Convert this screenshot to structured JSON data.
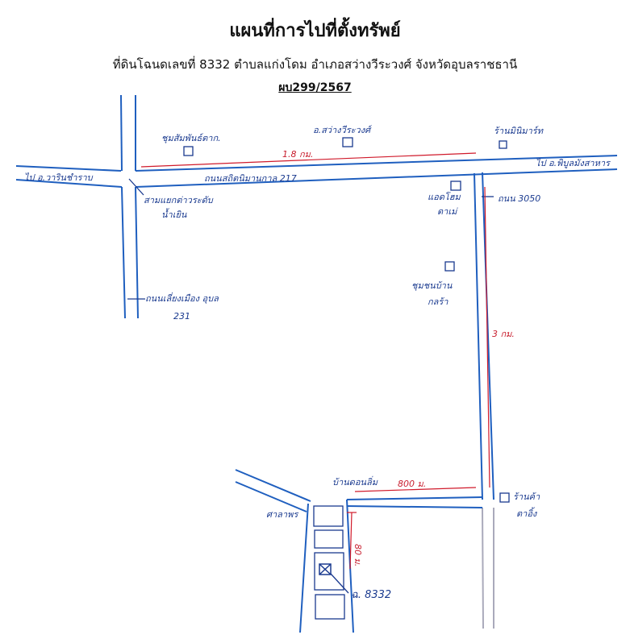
{
  "header": {
    "title": "แผนที่การไปที่ตั้งทรัพย์",
    "subtitle": "ที่ดินโฉนดเลขที่ 8332 ตำบลแก่งโดม อำเภอสว่างวีระวงศ์ จังหวัดอุบลราชธานี",
    "code": "ผบ299/2567"
  },
  "labels": {
    "to_warin": "ไป อ.วารินชำราบ",
    "to_phibun": "ไป อ.พิบูลมังสาหาร",
    "highway_217": "ถนนสถิตนิมานกาล 217",
    "village_hall": "ชุมสัมพันธ์ตาก.",
    "district_office": "อ.สว่างวีระวงศ์",
    "shop_top_right": "ร้านมินิมาร์ท",
    "intersection": "สามแยกต่าวระดับ\nน้ำเยิน",
    "road_231": "ถนนเลี่ยงเมือง อุบล\n231",
    "hotel": "แอดโฮม\nดาเม่",
    "road_3050": "ถนน 3050",
    "community": "ชุมชนบ้าน\nกลร้า",
    "village": "บ้านดอนลิ่ม",
    "shop_bottom": "ร้านค้า\nตาอิ้ง",
    "temple": "ศาลาพร",
    "parcel": "ฉ. 8332"
  },
  "distances": {
    "top_road": "1.8 กม.",
    "right_road": "3 กม.",
    "bottom_road": "800 ม.",
    "parcel_road": "80 ม."
  }
}
